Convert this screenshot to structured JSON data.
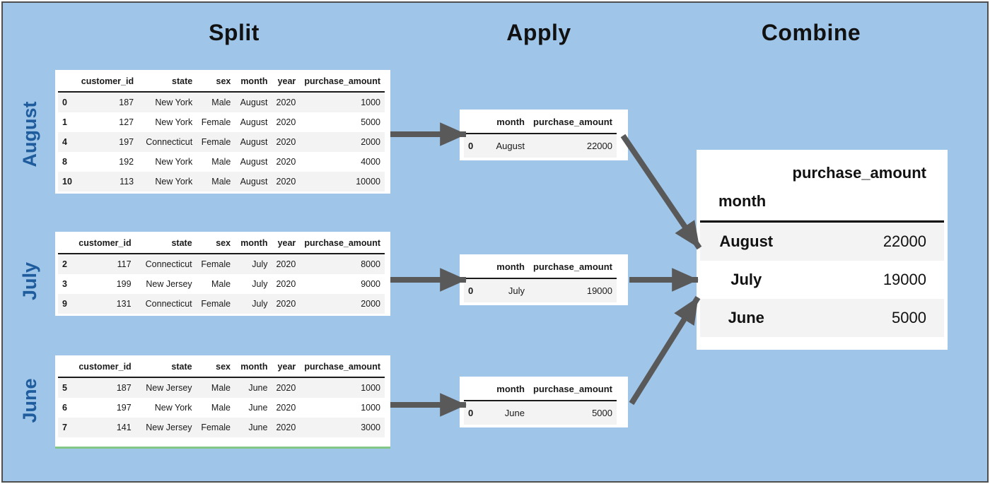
{
  "diagram": {
    "stage_titles": {
      "split": "Split",
      "apply": "Apply",
      "combine": "Combine"
    },
    "group_labels": {
      "august": "August",
      "july": "July",
      "june": "June"
    }
  },
  "split_columns": [
    "customer_id",
    "state",
    "sex",
    "month",
    "year",
    "purchase_amount"
  ],
  "split_tables": [
    {
      "group": "August",
      "rows": [
        {
          "index": "0",
          "cells": [
            "187",
            "New York",
            "Male",
            "August",
            "2020",
            "1000"
          ]
        },
        {
          "index": "1",
          "cells": [
            "127",
            "New York",
            "Female",
            "August",
            "2020",
            "5000"
          ]
        },
        {
          "index": "4",
          "cells": [
            "197",
            "Connecticut",
            "Female",
            "August",
            "2020",
            "2000"
          ]
        },
        {
          "index": "8",
          "cells": [
            "192",
            "New York",
            "Male",
            "August",
            "2020",
            "4000"
          ]
        },
        {
          "index": "10",
          "cells": [
            "113",
            "New York",
            "Male",
            "August",
            "2020",
            "10000"
          ]
        }
      ]
    },
    {
      "group": "July",
      "rows": [
        {
          "index": "2",
          "cells": [
            "117",
            "Connecticut",
            "Female",
            "July",
            "2020",
            "8000"
          ]
        },
        {
          "index": "3",
          "cells": [
            "199",
            "New Jersey",
            "Male",
            "July",
            "2020",
            "9000"
          ]
        },
        {
          "index": "9",
          "cells": [
            "131",
            "Connecticut",
            "Female",
            "July",
            "2020",
            "2000"
          ]
        }
      ]
    },
    {
      "group": "June",
      "rows": [
        {
          "index": "5",
          "cells": [
            "187",
            "New Jersey",
            "Male",
            "June",
            "2020",
            "1000"
          ]
        },
        {
          "index": "6",
          "cells": [
            "197",
            "New York",
            "Male",
            "June",
            "2020",
            "1000"
          ]
        },
        {
          "index": "7",
          "cells": [
            "141",
            "New Jersey",
            "Female",
            "June",
            "2020",
            "3000"
          ]
        }
      ]
    }
  ],
  "apply_columns": [
    "month",
    "purchase_amount"
  ],
  "apply_tables": [
    {
      "group": "August",
      "rows": [
        {
          "index": "0",
          "cells": [
            "August",
            "22000"
          ]
        }
      ]
    },
    {
      "group": "July",
      "rows": [
        {
          "index": "0",
          "cells": [
            "July",
            "19000"
          ]
        }
      ]
    },
    {
      "group": "June",
      "rows": [
        {
          "index": "0",
          "cells": [
            "June",
            "5000"
          ]
        }
      ]
    }
  ],
  "combine_table": {
    "value_header": "purchase_amount",
    "index_header": "month",
    "rows": [
      {
        "index": "August",
        "value": "22000"
      },
      {
        "index": "July",
        "value": "19000"
      },
      {
        "index": "June",
        "value": "5000"
      }
    ]
  },
  "colors": {
    "background": "#9fc5e8",
    "frame_border": "#4f4f4f",
    "group_label": "#1e5c9e",
    "arrow": "#595959",
    "row_stripe": "#f3f3f3",
    "header_rule": "#1a1a1a",
    "june_underline": "#82c785"
  }
}
